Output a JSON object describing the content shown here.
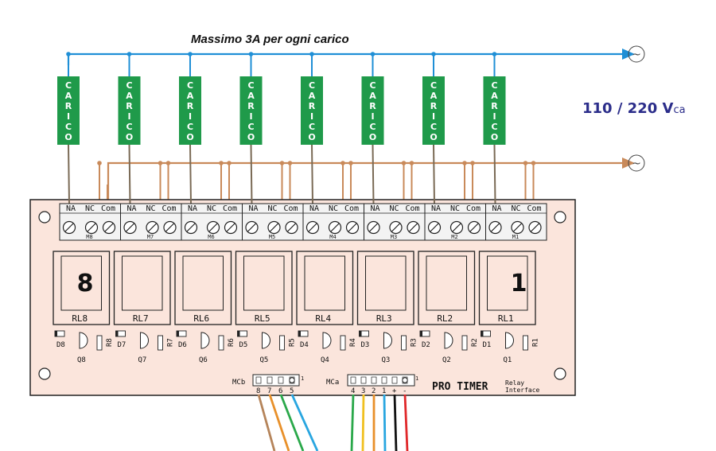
{
  "header": {
    "title": "Massimo 3A per ogni carico",
    "voltage_main": "110 / 220 V",
    "voltage_sub": "ca"
  },
  "ac_symbol": "~",
  "load_label": [
    "C",
    "A",
    "R",
    "I",
    "C",
    "O"
  ],
  "terminal_labels": [
    "NA",
    "NC",
    "Com"
  ],
  "channels": [
    {
      "connector": "M8",
      "relay": "RL8",
      "diode": "D8",
      "transistor": "Q8",
      "resistor": "R8"
    },
    {
      "connector": "M7",
      "relay": "RL7",
      "diode": "D7",
      "transistor": "Q7",
      "resistor": "R7"
    },
    {
      "connector": "M6",
      "relay": "RL6",
      "diode": "D6",
      "transistor": "Q6",
      "resistor": "R6"
    },
    {
      "connector": "M5",
      "relay": "RL5",
      "diode": "D5",
      "transistor": "Q5",
      "resistor": "R5"
    },
    {
      "connector": "M4",
      "relay": "RL4",
      "diode": "D4",
      "transistor": "Q4",
      "resistor": "R4"
    },
    {
      "connector": "M3",
      "relay": "RL3",
      "diode": "D3",
      "transistor": "Q3",
      "resistor": "R3"
    },
    {
      "connector": "M2",
      "relay": "RL2",
      "diode": "D2",
      "transistor": "Q2",
      "resistor": "R2"
    },
    {
      "connector": "M1",
      "relay": "RL1",
      "diode": "D1",
      "transistor": "Q1",
      "resistor": "R1"
    }
  ],
  "relay_big_numbers": {
    "first": "8",
    "last": "1"
  },
  "connectors": {
    "mcb": {
      "label": "MCb",
      "pins": [
        "8",
        "7",
        "6",
        "5"
      ]
    },
    "mca": {
      "label": "MCa",
      "pins": [
        "4",
        "3",
        "2",
        "1",
        "+",
        "-"
      ]
    },
    "pin1_mark": "1"
  },
  "brand": {
    "name": "PRO TIMER",
    "sub1": "Relay",
    "sub2": "Interface"
  },
  "colors": {
    "phase_line": "#1f8fd6",
    "neutral_line": "#c98a5a",
    "load": "#1f9a4a",
    "board": "#fbe5dc",
    "wire_brown": "#b5845a",
    "wire_orange": "#e8902a",
    "wire_green": "#2aa84a",
    "wire_blue": "#29a6e0",
    "wire_yellow": "#f0c020",
    "wire_black": "#111111",
    "wire_red": "#e0282a"
  }
}
